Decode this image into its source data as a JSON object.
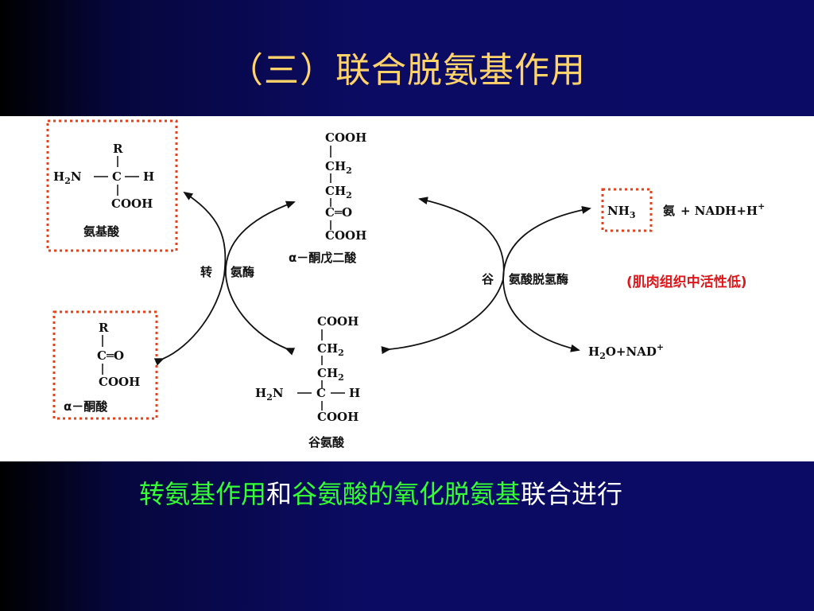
{
  "title": "（三）联合脱氨基作用",
  "amino_acid": {
    "r": "R",
    "h2n": "H",
    "h2n_n": "N",
    "c": "C",
    "h": "H",
    "cooh": "COOH",
    "label": "氨基酸"
  },
  "keto_acid": {
    "r": "R",
    "c_o": "C═O",
    "cooh": "COOH",
    "label": "α－酮酸"
  },
  "alpha_ketoglutarate": {
    "cooh_top": "COOH",
    "ch2_a": "CH",
    "ch2_b": "CH",
    "c_o": "C═O",
    "cooh_bottom": "COOH",
    "label": "α－酮戊二酸"
  },
  "glutamate": {
    "cooh_top": "COOH",
    "ch2_a": "CH",
    "ch2_b": "CH",
    "h2n": "H",
    "h2n_n": "N",
    "c": "C",
    "h": "H",
    "cooh_bottom": "COOH",
    "label": "谷氨酸"
  },
  "enzymes": {
    "transaminase_left": "转",
    "transaminase_right": "氨酶",
    "dehydrogenase_left": "谷",
    "dehydrogenase_right": "氨酸脱氢酶"
  },
  "products": {
    "nh3": "NH",
    "nh3_sub": "3",
    "ammonia": "氨",
    "plus_nadh": "+ NADH+H",
    "plus_sup": "+",
    "h2o_h": "H",
    "h2o_sub": "2",
    "h2o_rest": "O+NAD",
    "nad_sup": "+"
  },
  "note": "(肌肉组织中活性低)",
  "summary": {
    "part1": "转氨基作用",
    "part2": "和",
    "part3": "谷氨酸的氧化脱氨基",
    "part4": "联合进行"
  },
  "colors": {
    "title": "#ffd36a",
    "highlight_box": "#e8401a",
    "note": "#e0161b",
    "summary_green": "#33ff33",
    "summary_white": "#ffffff"
  }
}
